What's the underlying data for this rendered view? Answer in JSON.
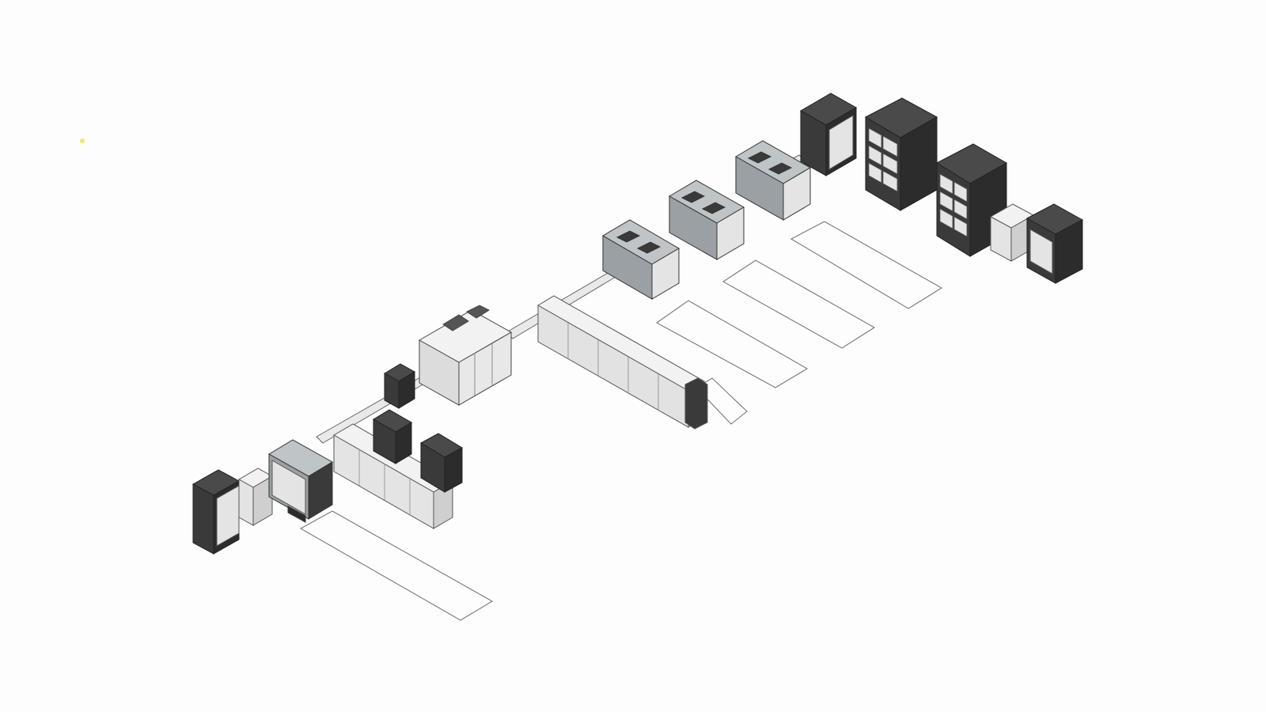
{
  "diagram": {
    "kind": "isometric production line layout",
    "colors": {
      "background": "#fdfdfd",
      "dark_cabinet": "#3a3a3a",
      "dark_cabinet_side": "#2c2c2c",
      "dark_cabinet_top": "#4a4a4a",
      "light_module_front": "#e4e4e4",
      "light_module_side": "#cfcfcf",
      "light_module_top": "#f2f2f2",
      "glass_panel": "#9aa0a3",
      "outline": "#555555",
      "floor_zone_outline": "#777777",
      "indicator_dot": "#e8f060"
    },
    "equipment": [
      {
        "id": "loader-left",
        "style": "dark"
      },
      {
        "id": "module-left-1",
        "style": "light"
      },
      {
        "id": "module-left-2",
        "style": "glass"
      },
      {
        "id": "oven-left",
        "style": "light-long"
      },
      {
        "id": "cabinet-left-a",
        "style": "dark"
      },
      {
        "id": "cabinet-left-b",
        "style": "dark"
      },
      {
        "id": "cabinet-left-c",
        "style": "dark"
      },
      {
        "id": "reflow-center",
        "style": "light-large"
      },
      {
        "id": "conveyor-main",
        "style": "conveyor"
      },
      {
        "id": "line-branch-long",
        "style": "light-long"
      },
      {
        "id": "placement-1",
        "style": "glass"
      },
      {
        "id": "placement-2",
        "style": "glass"
      },
      {
        "id": "placement-3",
        "style": "glass"
      },
      {
        "id": "cabinet-top-a",
        "style": "dark"
      },
      {
        "id": "tower-storage-1",
        "style": "dark-tall"
      },
      {
        "id": "tower-storage-2",
        "style": "dark-tall"
      },
      {
        "id": "module-right",
        "style": "light"
      },
      {
        "id": "unloader-right",
        "style": "dark"
      }
    ],
    "floor_zones": [
      {
        "id": "zone-1"
      },
      {
        "id": "zone-2"
      },
      {
        "id": "zone-3"
      },
      {
        "id": "zone-4"
      },
      {
        "id": "zone-5"
      }
    ]
  }
}
